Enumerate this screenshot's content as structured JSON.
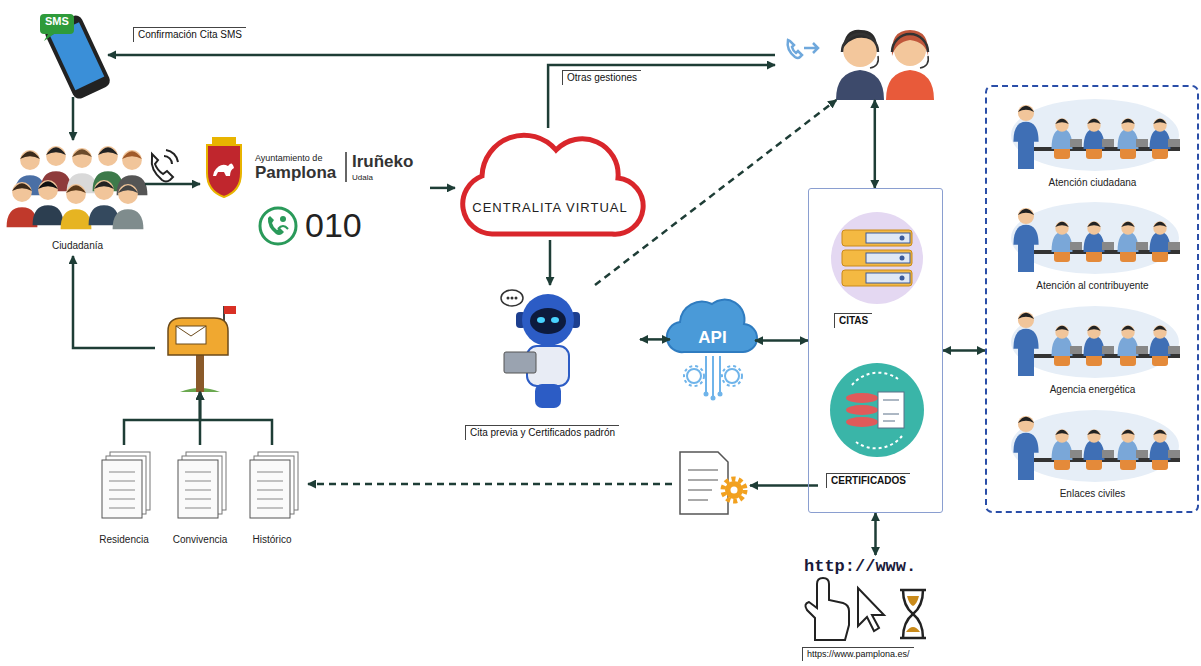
{
  "diagram": {
    "nodes": [
      {
        "text": [
          "SMS"
        ]
      },
      {
        "text": [
          "Ciudadanía"
        ]
      },
      {
        "text": [
          "Ayuntamiento de",
          "Pamplona",
          "Iruñeko",
          "Udala",
          "010"
        ]
      },
      {
        "text": [
          "CENTRALITA VIRTUAL"
        ]
      },
      {
        "text": []
      },
      {
        "text": [
          "Cita previa y Certificados padrón"
        ]
      },
      {
        "text": [
          "API"
        ]
      },
      {
        "text": []
      },
      {
        "text": [
          "CITAS"
        ],
        "in": 7
      },
      {
        "text": [
          "CERTIFICADOS"
        ],
        "in": 7
      },
      {
        "text": []
      },
      {
        "text": [
          "Atención ciudadana"
        ],
        "in": 10
      },
      {
        "text": [
          "Atención al contribuyente"
        ],
        "in": 10
      },
      {
        "text": [
          "Agencia energética"
        ],
        "in": 10
      },
      {
        "text": [
          "Enlaces civiles"
        ],
        "in": 10
      },
      {
        "text": []
      },
      {
        "text": [
          "Residencia"
        ]
      },
      {
        "text": [
          "Convivencia"
        ]
      },
      {
        "text": [
          "Histórico"
        ]
      },
      {
        "text": []
      },
      {
        "text": [
          "http://www.",
          "https://www.pamplona.es/"
        ]
      }
    ],
    "edges": [
      {
        "from": 4,
        "to": 0,
        "label": "Confirmación Cita SMS",
        "arrow": "to"
      },
      {
        "from": 0,
        "to": 1,
        "arrow": "to"
      },
      {
        "from": 1,
        "to": 2,
        "arrow": "to"
      },
      {
        "from": 2,
        "to": 3,
        "arrow": "to"
      },
      {
        "from": 3,
        "to": 4,
        "label": "Otras gestiones",
        "arrow": "to"
      },
      {
        "from": 3,
        "to": 5,
        "arrow": "to"
      },
      {
        "from": 5,
        "to": 4,
        "arrow": "to"
      },
      {
        "from": 5,
        "to": 6,
        "arrow": "both"
      },
      {
        "from": 6,
        "to": 7,
        "arrow": "both"
      },
      {
        "from": 4,
        "to": 7,
        "arrow": "both"
      },
      {
        "from": 7,
        "to": 10,
        "arrow": "both"
      },
      {
        "from": 9,
        "to": 15,
        "arrow": "to"
      },
      {
        "from": 15,
        "to": 18,
        "arrow": "to"
      },
      {
        "from": 16,
        "to": 19,
        "arrow": "to"
      },
      {
        "from": 17,
        "to": 19,
        "arrow": "to"
      },
      {
        "from": 18,
        "to": 19,
        "arrow": "to"
      },
      {
        "from": 19,
        "to": 1,
        "arrow": "to"
      },
      {
        "from": 7,
        "to": 20,
        "arrow": "both"
      }
    ]
  }
}
